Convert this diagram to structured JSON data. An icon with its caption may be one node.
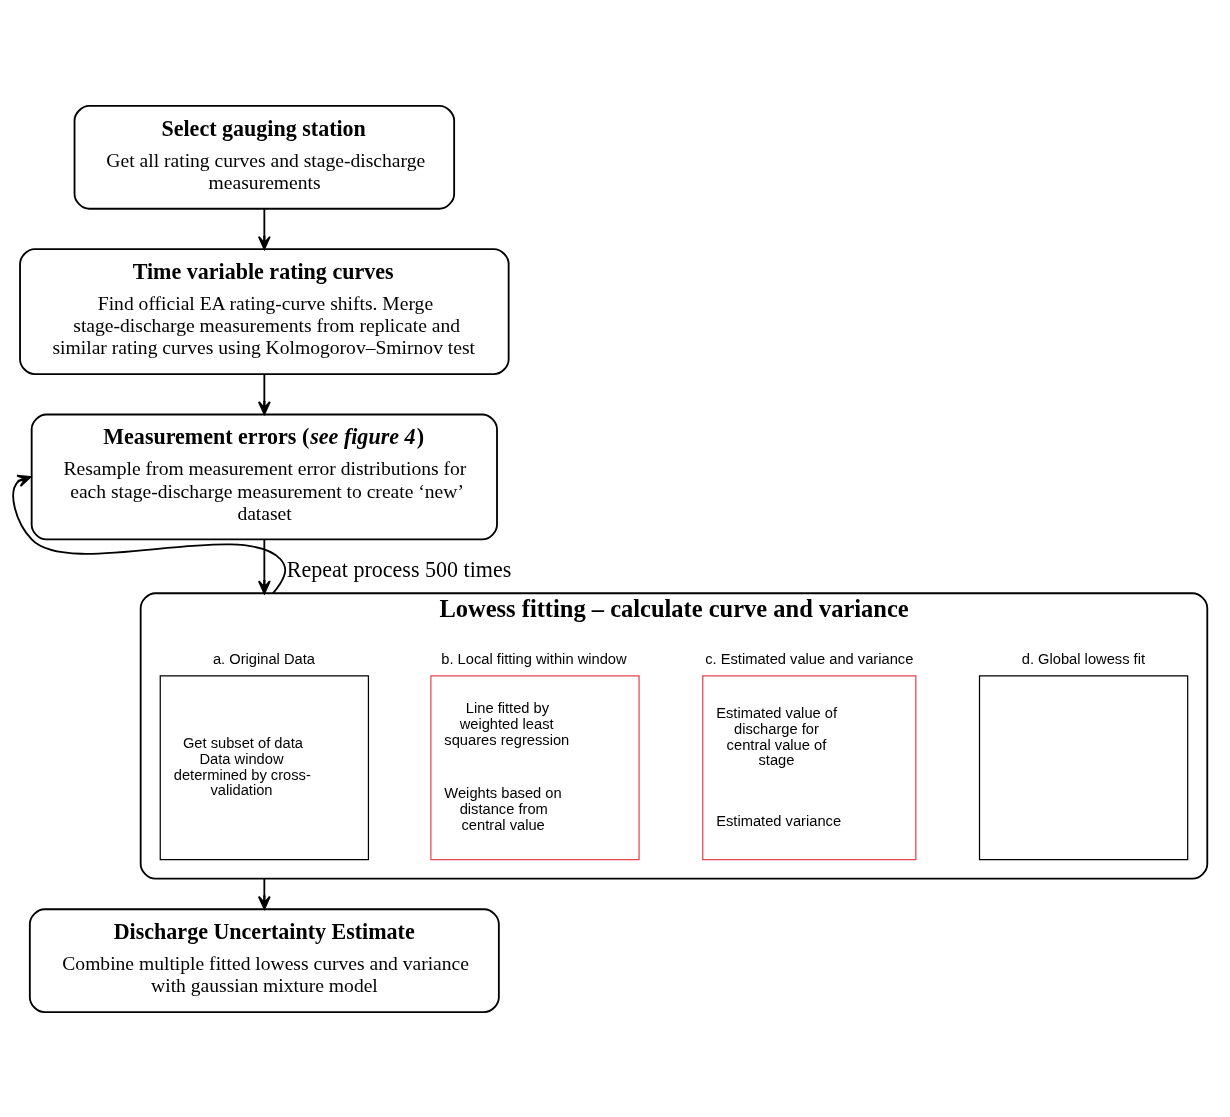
{
  "diagram": {
    "nodes": [
      {
        "text": [
          "Select gauging station",
          "Get all rating curves and stage-discharge measurements"
        ]
      },
      {
        "text": [
          "Time variable rating curves",
          "Find official EA rating-curve shifts. Merge stage-discharge measurements from replicate and similar rating curves using Kolmogorov–Smirnov test"
        ]
      },
      {
        "text": [
          "Measurement errors (*see figure 4*)",
          "Resample from measurement error distributions for each stage-discharge measurement to create ‘new’ dataset"
        ]
      },
      {
        "text": [
          "Lowess fitting – calculate curve and variance"
        ]
      },
      {
        "text": [
          "a. Original Data",
          "Get subset of data Data window determined by cross- validation"
        ],
        "in": 3
      },
      {
        "text": [
          "b. Local fitting within window",
          "Line fitted by weighted least squares regression",
          "Weights based on distance from central value"
        ],
        "in": 3
      },
      {
        "text": [
          "c. Estimated value and variance",
          "Estimated value of discharge for central value of stage",
          "Estimated variance"
        ],
        "in": 3
      },
      {
        "text": [
          "d. Global lowess fit"
        ],
        "in": 3
      },
      {
        "text": [
          "Discharge Uncertainty Estimate",
          "Combine multiple fitted lowess curves and variance with gaussian mixture model"
        ]
      }
    ],
    "edges": [
      {
        "from": 0,
        "to": 1,
        "arrow": "to"
      },
      {
        "from": 1,
        "to": 2,
        "arrow": "to"
      },
      {
        "from": 2,
        "to": 3,
        "arrow": "to"
      },
      {
        "from": 3,
        "to": 8,
        "arrow": "to"
      },
      {
        "from": 3,
        "to": 2,
        "arrow": "to",
        "label": "Repeat process 500 times"
      }
    ]
  }
}
